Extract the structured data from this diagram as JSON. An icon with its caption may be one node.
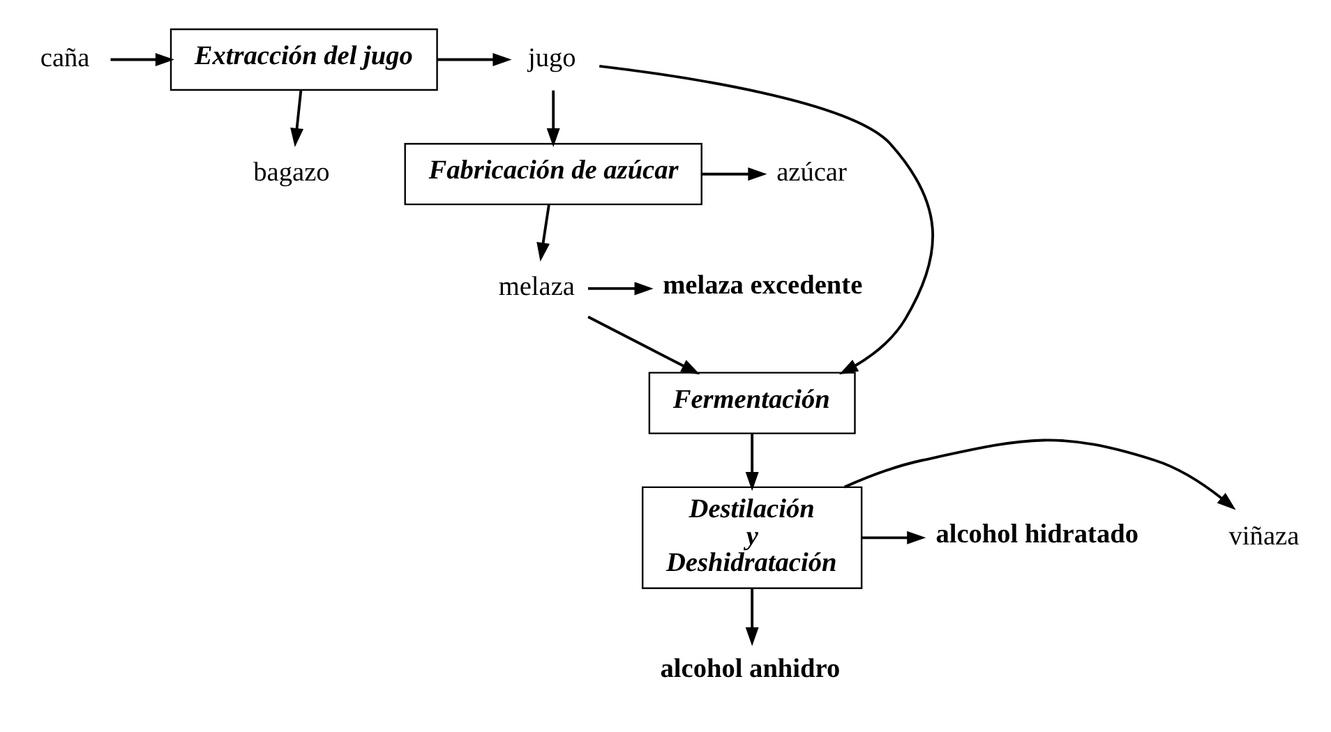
{
  "diagram": {
    "nodes": [
      {
        "text": [
          "caña"
        ]
      },
      {
        "text": [
          "Extracción del jugo"
        ]
      },
      {
        "text": [
          "jugo"
        ]
      },
      {
        "text": [
          "bagazo"
        ]
      },
      {
        "text": [
          "Fabricación de azúcar"
        ]
      },
      {
        "text": [
          "azúcar"
        ]
      },
      {
        "text": [
          "melaza"
        ]
      },
      {
        "text": [
          "melaza excedente"
        ]
      },
      {
        "text": [
          "Fermentación"
        ]
      },
      {
        "text": [
          "Destilación y Deshidratación"
        ]
      },
      {
        "text": [
          "viñaza"
        ]
      },
      {
        "text": [
          "alcohol hidratado"
        ]
      },
      {
        "text": [
          "alcohol anhidro"
        ]
      }
    ],
    "edges": [
      {
        "from": 0,
        "to": 1,
        "arrow": "to"
      },
      {
        "from": 1,
        "to": 2,
        "arrow": "to"
      },
      {
        "from": 1,
        "to": 3,
        "arrow": "to"
      },
      {
        "from": 2,
        "to": 4,
        "arrow": "to"
      },
      {
        "from": 4,
        "to": 5,
        "arrow": "to"
      },
      {
        "from": 4,
        "to": 6,
        "arrow": "to"
      },
      {
        "from": 6,
        "to": 7,
        "arrow": "to"
      },
      {
        "from": 6,
        "to": 8,
        "arrow": "to"
      },
      {
        "from": 2,
        "to": 8,
        "arrow": "to"
      },
      {
        "from": 8,
        "to": 9,
        "arrow": "to"
      },
      {
        "from": 9,
        "to": 10,
        "arrow": "to"
      },
      {
        "from": 9,
        "to": 11,
        "arrow": "to"
      },
      {
        "from": 9,
        "to": 12,
        "arrow": "to"
      }
    ]
  }
}
